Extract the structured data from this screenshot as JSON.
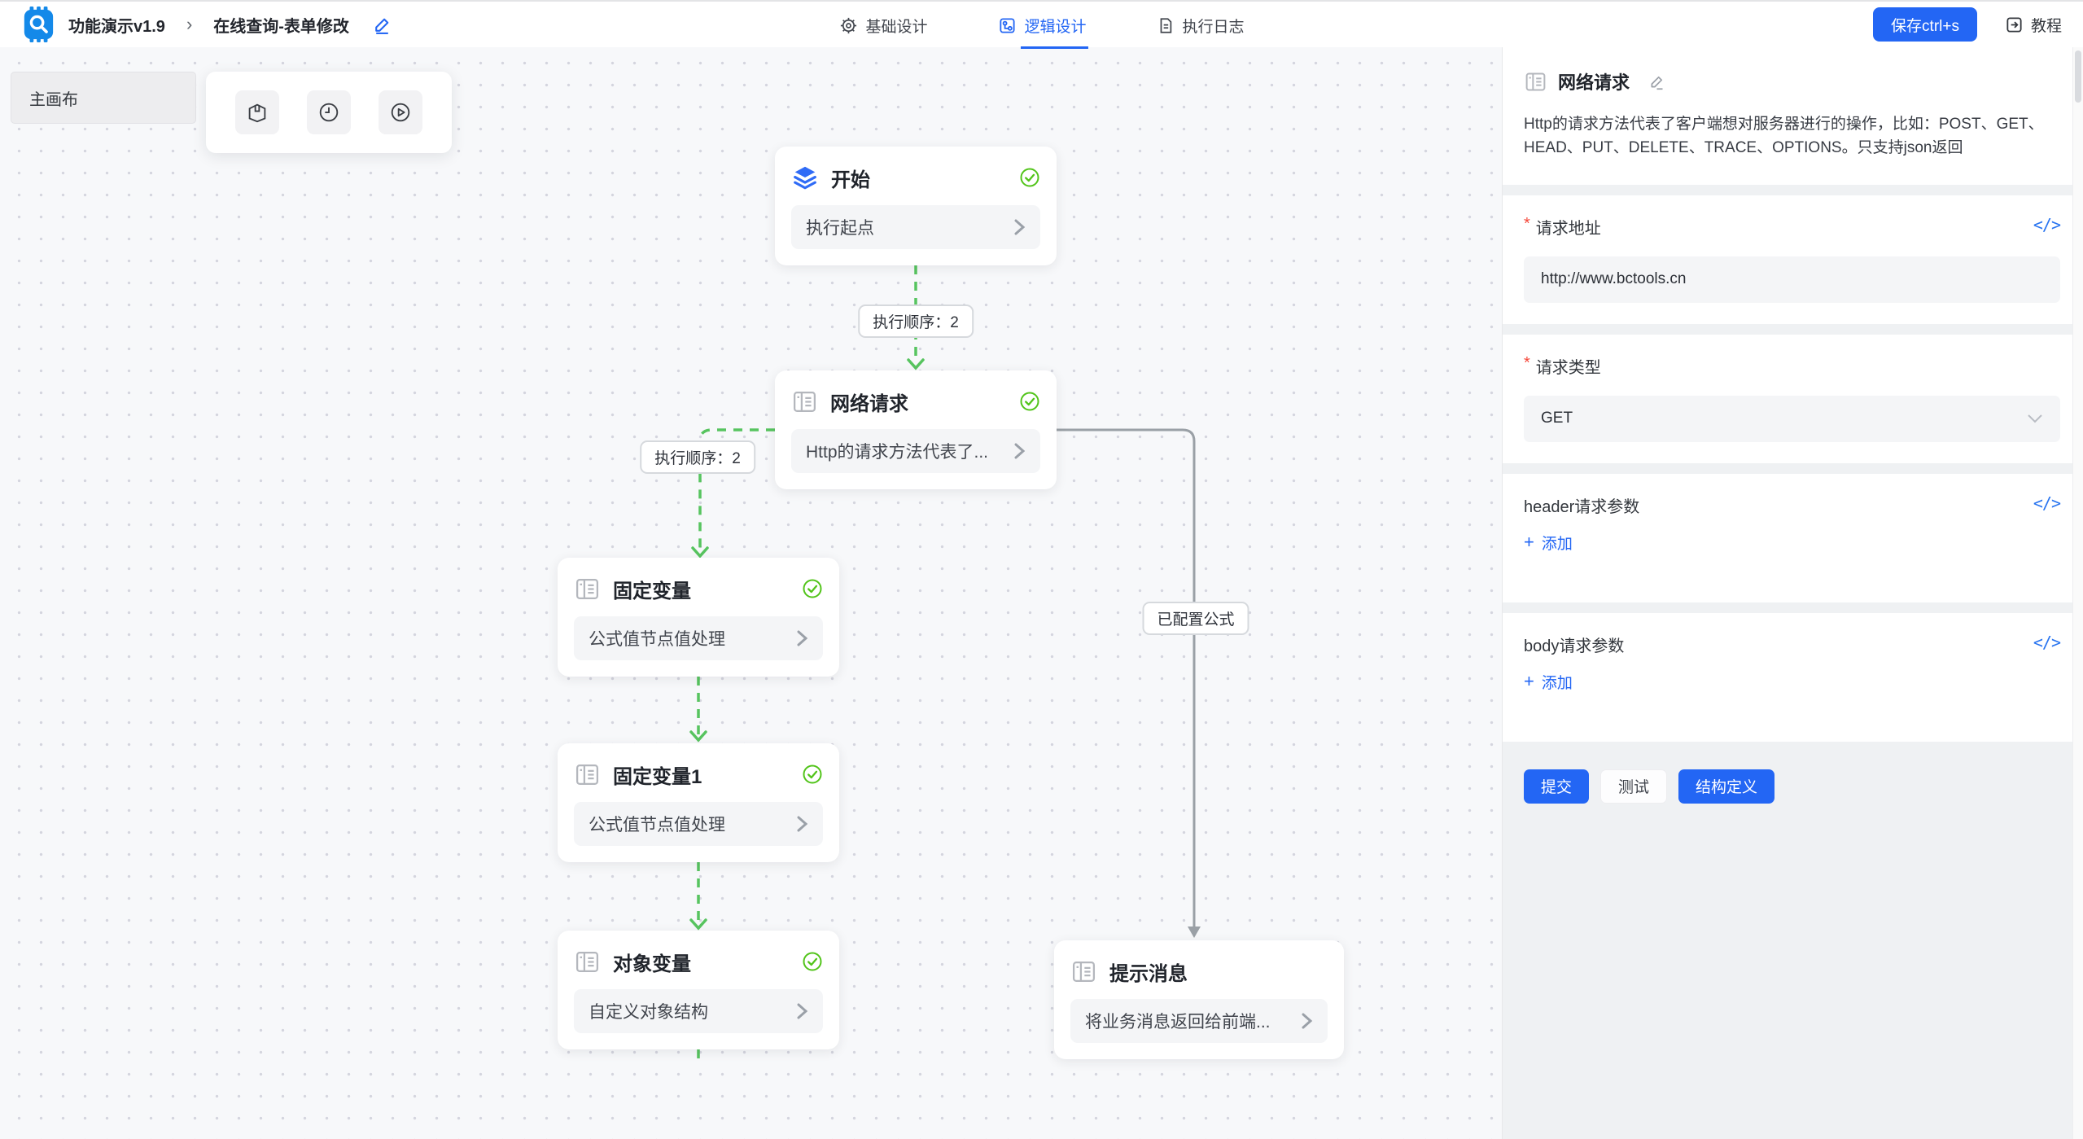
{
  "glyphs": {
    "plus": "+",
    "code": "</>",
    "required": "*",
    "breadcrumb_separator": "›"
  },
  "colors": {
    "accent": "#2366f4",
    "success_green": "#52c41a",
    "edge_green": "#57c45f",
    "edge_gray": "#9aa0a6",
    "required_red": "#f5483b",
    "logo_blue": "#1489e9"
  },
  "header": {
    "breadcrumb": {
      "app_title": "功能演示v1.9",
      "page_title": "在线查询-表单修改"
    },
    "tabs": [
      {
        "label": "基础设计"
      },
      {
        "label": "逻辑设计"
      },
      {
        "label": "执行日志"
      }
    ],
    "active_tab": "逻辑设计",
    "save_button_label": "保存ctrl+s",
    "tutorial_label": "教程"
  },
  "canvas": {
    "canvas_tab_label": "主画布",
    "toolbar_icons": [
      "package-icon",
      "clock-icon",
      "play-circle-icon"
    ]
  },
  "flow": {
    "nodes": [
      {
        "title": "开始",
        "subtitle": "执行起点",
        "status": "success"
      },
      {
        "title": "网络请求",
        "subtitle": "Http的请求方法代表了...",
        "status": "success"
      },
      {
        "title": "固定变量",
        "subtitle": "公式值节点值处理",
        "status": "success"
      },
      {
        "title": "固定变量1",
        "subtitle": "公式值节点值处理",
        "status": "success"
      },
      {
        "title": "对象变量",
        "subtitle": "自定义对象结构",
        "status": "success"
      },
      {
        "title": "提示消息",
        "subtitle": "将业务消息返回给前端...",
        "status": "none"
      }
    ],
    "edge_labels": [
      {
        "text": "执行顺序：2"
      },
      {
        "text": "执行顺序：2"
      },
      {
        "text": "已配置公式"
      }
    ]
  },
  "panel": {
    "title": "网络请求",
    "description": "Http的请求方法代表了客户端想对服务器进行的操作，比如：POST、GET、HEAD、PUT、DELETE、TRACE、OPTIONS。只支持json返回",
    "request_url": {
      "label": "请求地址",
      "value": "http://www.bctools.cn"
    },
    "request_type": {
      "label": "请求类型",
      "value": "GET"
    },
    "header_params": {
      "label": "header请求参数",
      "add_label": "添加"
    },
    "body_params": {
      "label": "body请求参数",
      "add_label": "添加"
    },
    "buttons": {
      "submit": "提交",
      "test": "测试",
      "schema": "结构定义"
    }
  }
}
